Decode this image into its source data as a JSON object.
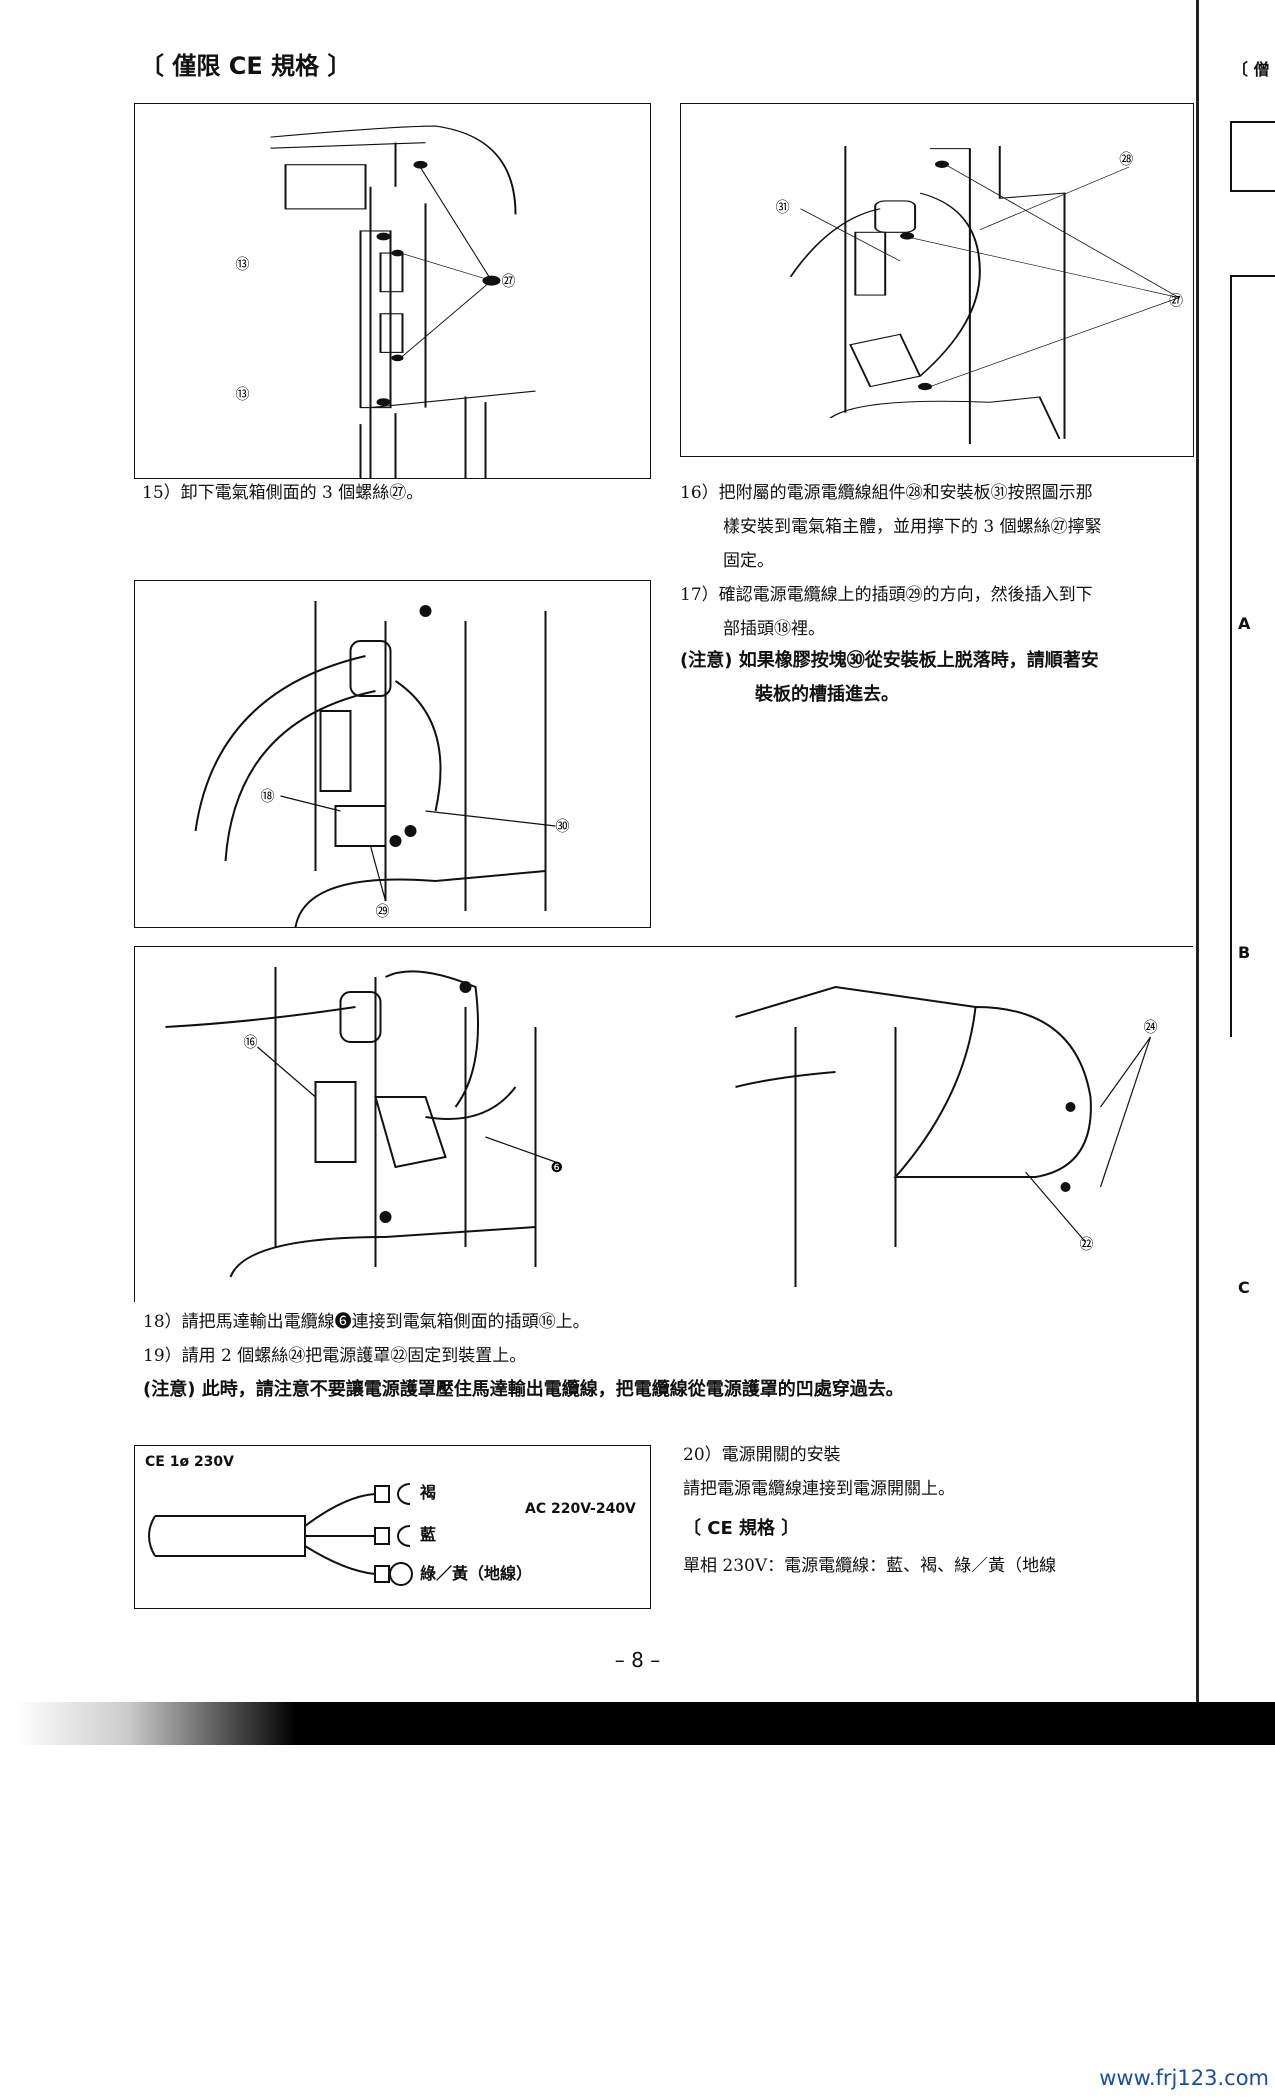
{
  "header": {
    "title": "〔 僅限 CE 規格 〕"
  },
  "steps": {
    "s15": "15）卸下電氣箱側面的 3 個螺絲㉗。",
    "s16_1": "16）把附屬的電源電纜線組件㉘和安裝板㉛按照圖示那",
    "s16_2": "樣安裝到電氣箱主體，並用擰下的 3 個螺絲㉗擰緊",
    "s16_3": "固定。",
    "s17_1": "17）確認電源電纜線上的插頭㉙的方向，然後插入到下",
    "s17_2": "部插頭⑱裡。",
    "note17_1": "(注意) 如果橡膠按塊㉚從安裝板上脱落時，請順著安",
    "note17_2": "裝板的槽插進去。",
    "s18": "18）請把馬達輸出電纜線❻連接到電氣箱側面的插頭⑯上。",
    "s19": "19）請用 2 個螺絲㉔把電源護罩㉒固定到裝置上。",
    "note19": "(注意) 此時，請注意不要讓電源護罩壓住馬達輸出電纜線，把電纜線從電源護罩的凹處穿過去。",
    "s20_title": "20）電源開關的安裝",
    "s20_body": "請把電源電纜線連接到電源開關上。",
    "ce_spec": "〔 CE 規格 〕",
    "ce_body": "單相 230V：電源電纜線：藍、褐、綠／黃（地線"
  },
  "figures": {
    "fig1_labels": [
      "⑬",
      "⑬",
      "㉗"
    ],
    "fig2_labels": [
      "㉛",
      "㉘",
      "㉗"
    ],
    "fig3_labels": [
      "⑱",
      "㉚",
      "㉙"
    ],
    "fig4_labels": [
      "⑯",
      "❻",
      "㉔",
      "㉒"
    ]
  },
  "wiring": {
    "title": "CE 1ø 230V",
    "brown": "褐",
    "blue": "藍",
    "ground": "綠／黃（地線）",
    "voltage": "AC 220V-240V"
  },
  "page_number": "– 8 –",
  "next_page": {
    "bracket": "〔 僧",
    "a": "A",
    "b": "B",
    "c": "C"
  },
  "watermark": "www.frj123.com"
}
